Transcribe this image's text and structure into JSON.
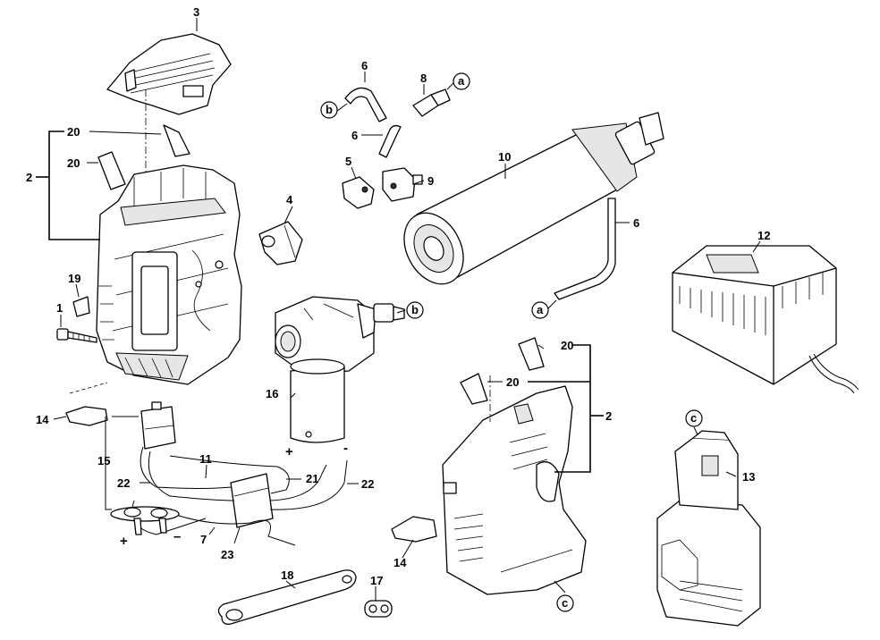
{
  "labels": {
    "n1": "1",
    "n2_left": "2",
    "n2_right": "2",
    "n3": "3",
    "n4": "4",
    "n5": "5",
    "n6_top": "6",
    "n6_mid": "6",
    "n6_right": "6",
    "n7": "7",
    "n8": "8",
    "n9": "9",
    "n10": "10",
    "n11": "11",
    "n12": "12",
    "n13": "13",
    "n14_left": "14",
    "n14_right": "14",
    "n15": "15",
    "n16": "16",
    "n17": "17",
    "n18": "18",
    "n19": "19",
    "n20_left_top": "20",
    "n20_left_bottom": "20",
    "n20_right_top": "20",
    "n20_right_bottom": "20",
    "n21": "21",
    "n22_left": "22",
    "n22_right": "22",
    "n23": "23"
  },
  "connectors": {
    "a_top": "a",
    "a_bottom": "a",
    "b_top": "b",
    "b_mid": "b",
    "c_bottom": "c",
    "c_battery": "c"
  },
  "polarity": {
    "motor_plus": "+",
    "motor_minus": "-",
    "switch_plus": "+",
    "switch_minus": "–"
  }
}
